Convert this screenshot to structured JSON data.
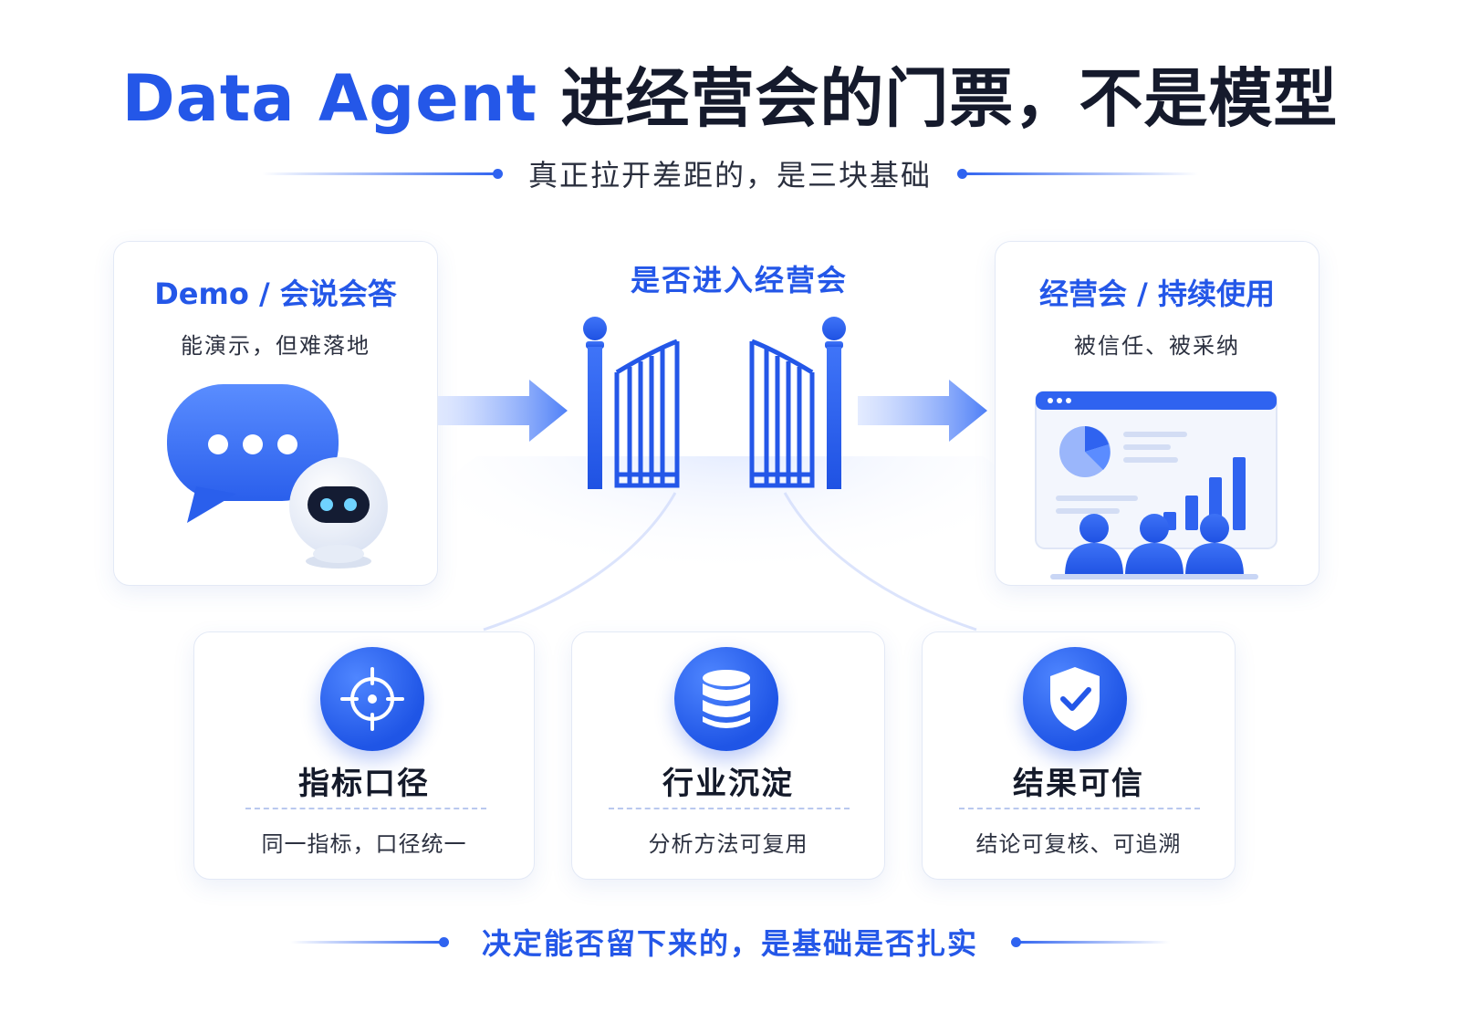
{
  "title": {
    "brand": "Data Agent",
    "rest": "进经营会的门票，不是模型"
  },
  "subtitle": "真正拉开差距的，是三块基础",
  "stages": {
    "demo": {
      "title": "Demo / 会说会答",
      "subtitle": "能演示，但难落地"
    },
    "gate": {
      "title": "是否进入经营会"
    },
    "meeting": {
      "title": "经营会 / 持续使用",
      "subtitle": "被信任、被采纳"
    }
  },
  "foundations": [
    {
      "title": "指标口径",
      "subtitle": "同一指标，口径统一",
      "icon": "target-icon"
    },
    {
      "title": "行业沉淀",
      "subtitle": "分析方法可复用",
      "icon": "database-icon"
    },
    {
      "title": "结果可信",
      "subtitle": "结论可复核、可追溯",
      "icon": "shield-check-icon"
    }
  ],
  "footer": "决定能否留下来的，是基础是否扎实",
  "colors": {
    "accent": "#2457e8",
    "text": "#151a2c"
  }
}
